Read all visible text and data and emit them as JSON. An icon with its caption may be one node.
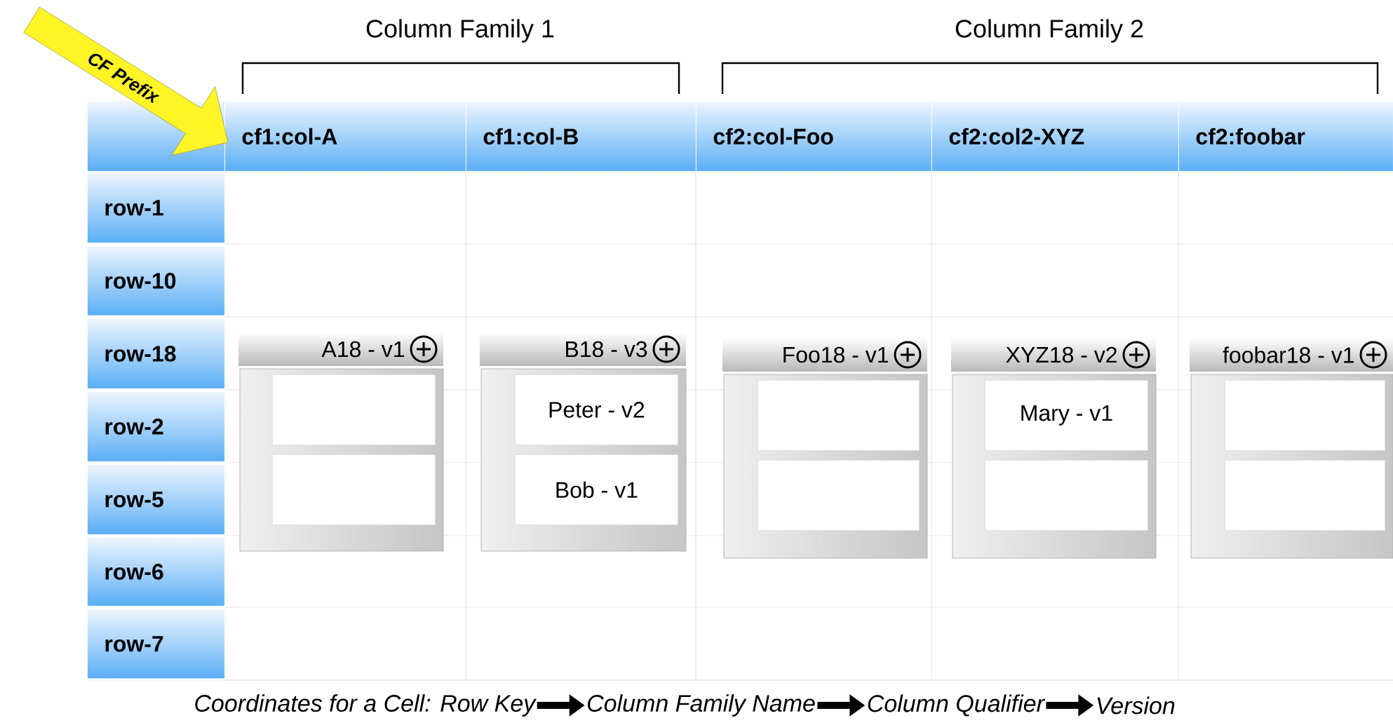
{
  "diagram": {
    "nodes": [
      {
        "text": [
          "CF Prefix"
        ]
      },
      {
        "text": [],
        "shape": "box"
      },
      {
        "text": [
          "cf1:col-A"
        ]
      },
      {
        "text": [
          "cf1:col-B"
        ]
      },
      {
        "text": [
          "cf2:col-Foo"
        ]
      },
      {
        "text": [
          "cf2:col2-XYZ"
        ]
      },
      {
        "text": [
          "cf2:foobar"
        ]
      },
      {
        "text": [
          "row-1"
        ]
      },
      {
        "text": [
          "row-10"
        ]
      },
      {
        "text": [
          "row-18"
        ]
      },
      {
        "text": [
          "row-2"
        ]
      },
      {
        "text": [
          "row-5"
        ]
      },
      {
        "text": [
          "row-6"
        ]
      },
      {
        "text": [
          "row-7"
        ]
      },
      {
        "text": [
          "A18 - v1"
        ]
      },
      {
        "text": [],
        "shape": "box",
        "in": 14
      },
      {
        "text": [],
        "shape": "box",
        "in": 14
      },
      {
        "text": [
          "B18 - v3"
        ]
      },
      {
        "text": [
          "Peter - v2"
        ],
        "in": 17
      },
      {
        "text": [
          "Bob - v1"
        ],
        "in": 17
      },
      {
        "text": [
          "Foo18 - v1"
        ]
      },
      {
        "text": [],
        "shape": "box",
        "in": 20
      },
      {
        "text": [],
        "shape": "box",
        "in": 20
      },
      {
        "text": [
          "XYZ18 - v2"
        ]
      },
      {
        "text": [
          "Mary - v1"
        ],
        "in": 23
      },
      {
        "text": [],
        "shape": "box",
        "in": 23
      },
      {
        "text": [
          "foobar18 - v1"
        ]
      },
      {
        "text": [],
        "shape": "box",
        "in": 26
      },
      {
        "text": [],
        "shape": "box",
        "in": 26
      },
      {
        "text": [
          "Coordinates for a Cell: Row Key"
        ]
      },
      {
        "text": [
          "Column Family Name"
        ]
      },
      {
        "text": [
          "Column Qualifier"
        ]
      },
      {
        "text": [
          "Version"
        ]
      }
    ],
    "edges": [
      {
        "from": 29,
        "to": 30,
        "arrow": "to"
      },
      {
        "from": 30,
        "to": 31,
        "arrow": "to"
      },
      {
        "from": 31,
        "to": 32,
        "arrow": "to"
      }
    ],
    "labels": [
      "Column Family 1",
      "Column Family 2"
    ]
  }
}
